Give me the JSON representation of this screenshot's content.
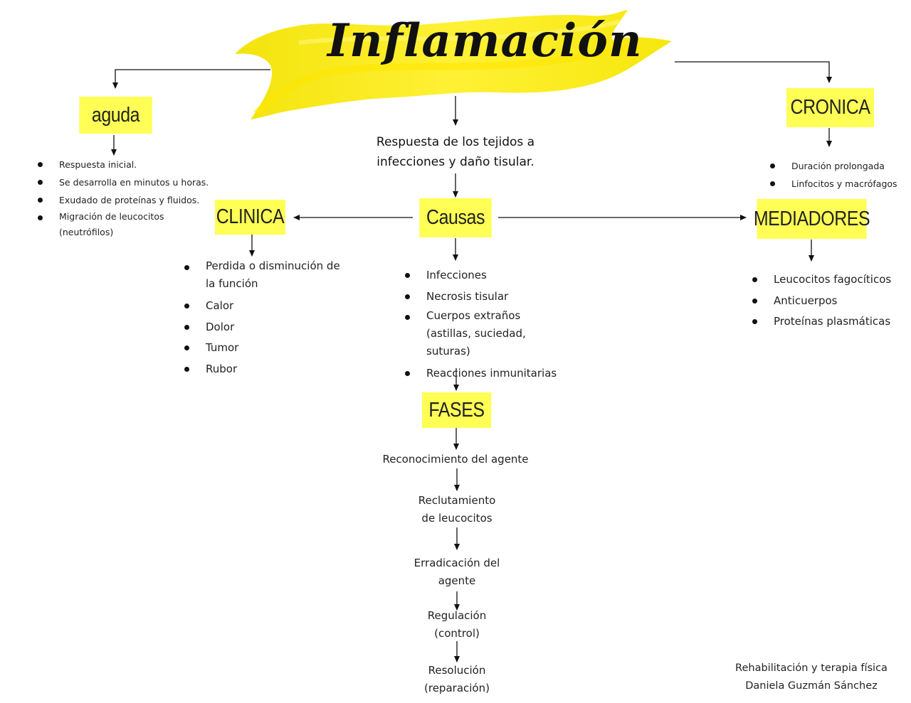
{
  "title": "Inflamación",
  "definition": "Respuesta de los tejidos a infecciones y daño tisular.",
  "colors": {
    "highlight": "#ffff55",
    "banner": "#f7e600",
    "line": "#111111"
  },
  "aguda": {
    "label": "aguda",
    "items": [
      "Respuesta inicial.",
      "Se desarrolla en minutos u horas.",
      "Exudado de proteínas y fluidos.",
      "Migración de leucocitos (neutrófilos)"
    ]
  },
  "cronica": {
    "label": "CRONICA",
    "items": [
      "Duración prolongada",
      "Linfocitos y macrófagos"
    ]
  },
  "clinica": {
    "label": "CLINICA",
    "items": [
      "Perdida o disminución de la función",
      "Calor",
      "Dolor",
      "Tumor",
      "Rubor"
    ]
  },
  "causas": {
    "label": "Causas",
    "items": [
      "Infecciones",
      "Necrosis tisular",
      "Cuerpos extraños (astillas, suciedad, suturas)",
      "Reacciones inmunitarias"
    ]
  },
  "mediadores": {
    "label": "MEDIADORES",
    "items": [
      "Leucocitos fagocíticos",
      "Anticuerpos",
      "Proteínas plasmáticas"
    ]
  },
  "fases": {
    "label": "FASES",
    "steps": [
      "Reconocimiento del agente",
      "Reclutamiento de leucocitos",
      "Erradicación del agente",
      "Regulación (control)",
      "Resolución (reparación)"
    ]
  },
  "credit": {
    "line1": "Rehabilitación y terapia física",
    "line2": "Daniela Guzmán Sánchez"
  }
}
